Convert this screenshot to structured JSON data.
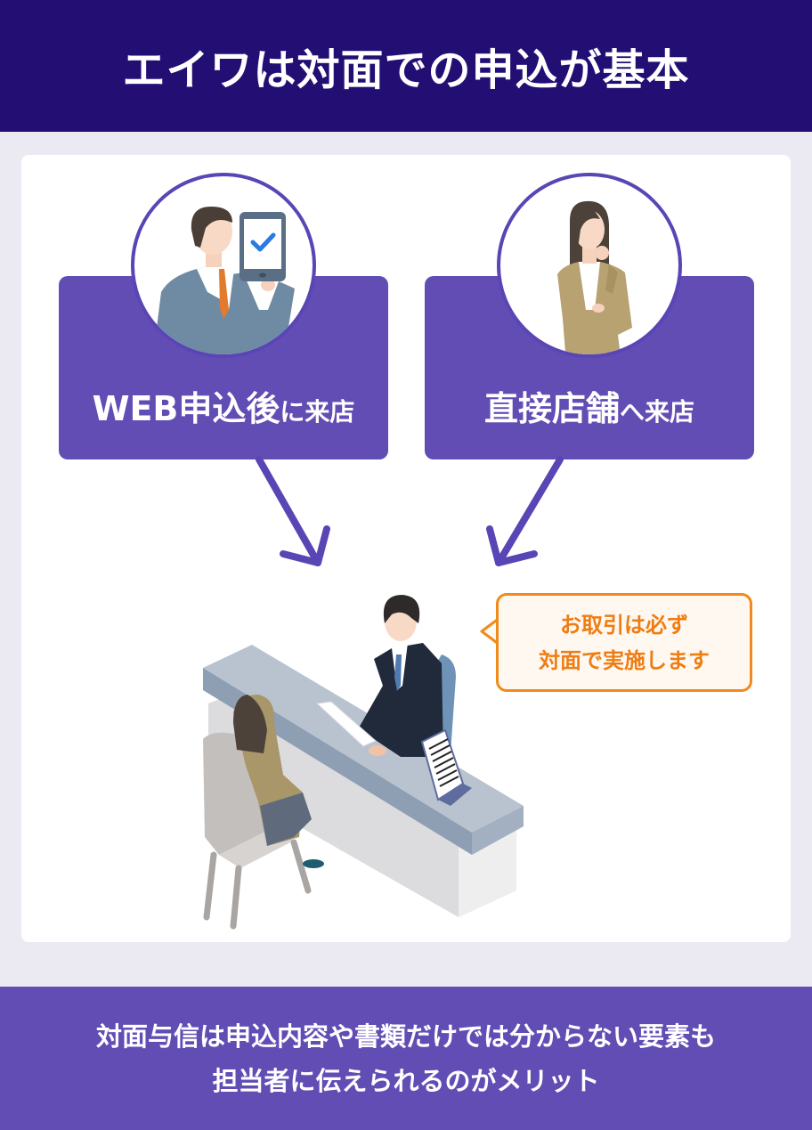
{
  "header": {
    "title": "エイワは対面での申込が基本"
  },
  "routes": [
    {
      "label_big": "WEB申込後",
      "label_small": "に来店",
      "illustration": "businessman-with-tablet-checkmark"
    },
    {
      "label_big": "直接店舗",
      "label_small": "へ来店",
      "illustration": "woman-thinking"
    }
  ],
  "scene": {
    "illustration": "counter-consultation-staff-and-customer"
  },
  "bubble": {
    "line1": "お取引は必ず",
    "line2": "対面で実施します"
  },
  "footer": {
    "line1": "対面与信は申込内容や書類だけでは分からない要素も",
    "line2": "担当者に伝えられるのがメリット"
  },
  "colors": {
    "header_bg": "#230e74",
    "accent_purple": "#624db5",
    "page_bg": "#ebeaf2",
    "bubble_orange": "#ef7d13",
    "bubble_bg": "#fff8f1"
  }
}
